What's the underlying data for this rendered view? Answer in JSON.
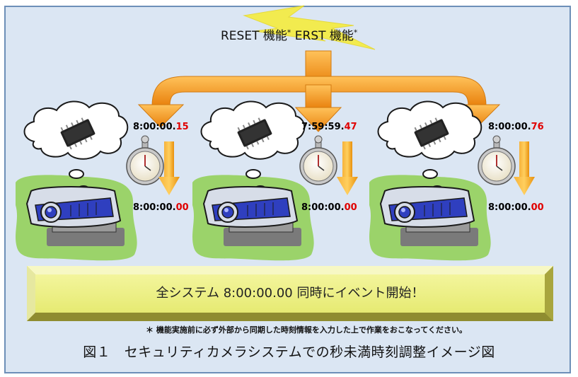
{
  "headline": {
    "reset_label": "RESET 機能",
    "erst_label": "ERST 機能",
    "footnote_mark": "*"
  },
  "systems": [
    {
      "before_main": "8:00:00.",
      "before_frac": "15",
      "after_main": "8:00:00.",
      "after_frac": "00"
    },
    {
      "before_main": "7:59:59.",
      "before_frac": "47",
      "after_main": "8:00:00.",
      "after_frac": "00"
    },
    {
      "before_main": "8:00:00.",
      "before_frac": "76",
      "after_main": "8:00:00.",
      "after_frac": "00"
    }
  ],
  "banner": "全システム 8:00:00.00 同時にイベント開始！",
  "footnote": "＊ 機能実施前に必ず外部から同期した時刻情報を入力した上で作業をおこなってください。",
  "caption": "図１　セキュリティカメラシステムでの秒未満時刻調整イメージ図",
  "colors": {
    "background": "#dbe6f3",
    "frame_border": "#6d8fb8",
    "arrow_orange": "#f59a1c",
    "lightning_yellow": "#f5ec3e",
    "blob_green": "#9bd36a",
    "camera_blue": "#2f3fbf",
    "banner_fill": "#eff28a",
    "fraction_red": "#e00000"
  },
  "icons": [
    "lightning-icon",
    "branch-arrow-icon",
    "thought-cloud-icon",
    "chip-icon",
    "stopwatch-icon",
    "down-arrow-icon",
    "camera-icon"
  ]
}
